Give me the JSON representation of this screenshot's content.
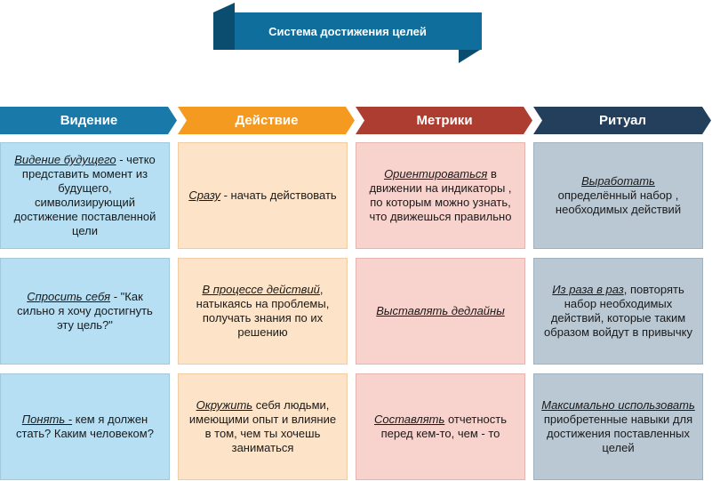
{
  "title": "Система достижения целей",
  "colors": {
    "ribbon": "#106e9c",
    "ribbon_fold": "#0b4d6e"
  },
  "columns": [
    {
      "header": "Видение",
      "header_color": "#197aaa",
      "card_bg": "#b6dff4",
      "card_border": "#a3c8dc",
      "cards": [
        {
          "em": "Видение будущего",
          "rest": " - четко представить момент из будущего, символизирующий достижение поставленной цели"
        },
        {
          "em": "Спросить себя",
          "rest": " - \"Как сильно я хочу достигнуть эту цель?\""
        },
        {
          "em": "Понять -",
          "rest": " кем я должен стать? Каким человеком?"
        }
      ]
    },
    {
      "header": "Действие",
      "header_color": "#f59a20",
      "card_bg": "#fde4c8",
      "card_border": "#f0cba4",
      "cards": [
        {
          "em": "Сразу",
          "rest": " - начать действовать"
        },
        {
          "em": "В процессе действий",
          "rest": ", натыкаясь на проблемы, получать знания по их решению"
        },
        {
          "em": "Окружить",
          "rest": " себя людьми, имеющими опыт и влияние в том, чем ты хочешь заниматься"
        }
      ]
    },
    {
      "header": "Метрики",
      "header_color": "#ad3d31",
      "card_bg": "#f8d2cd",
      "card_border": "#e6b4ae",
      "cards": [
        {
          "em": "Ориентироваться",
          "rest": " в движении на индикаторы , по которым можно узнать, что движешься правильно"
        },
        {
          "em": "Выставлять дедлайны",
          "rest": ""
        },
        {
          "em": "Составлять",
          "rest": "  отчетность перед кем-то, чем - то"
        }
      ]
    },
    {
      "header": "Ритуал",
      "header_color": "#233f5c",
      "card_bg": "#bac8d4",
      "card_border": "#9fb0bf",
      "cards": [
        {
          "em": "Выработать",
          "rest": " определённый набор , необходимых действий"
        },
        {
          "em": "Из раза в раз",
          "rest": ", повторять набор необходимых действий, которые таким образом войдут в привычку"
        },
        {
          "em": "Максимально использовать",
          "rest": " приобретенные навыки для достижения поставленных целей"
        }
      ]
    }
  ]
}
